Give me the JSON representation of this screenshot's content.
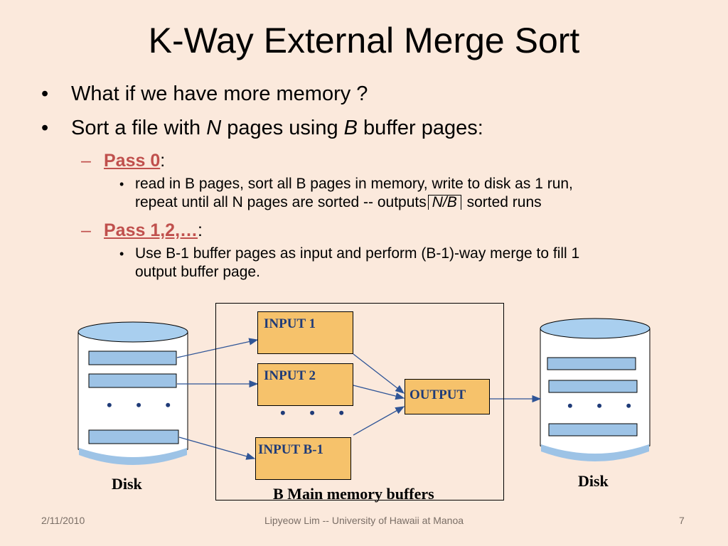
{
  "title": "K-Way External Merge Sort",
  "bullets": {
    "b1": "What if we have more memory ?",
    "b2_pre": "Sort a file with ",
    "b2_n": "N",
    "b2_mid": " pages using ",
    "b2_b": "B",
    "b2_post": " buffer pages:",
    "pass0_label": "Pass 0",
    "pass0_detail_1": "read in B pages, sort all B pages in memory, write to disk as 1 run,",
    "pass0_detail_2": "repeat until all N pages are sorted -- outputs",
    "pass0_ceil": "N/B",
    "pass0_detail_3": " sorted runs",
    "pass12_label": "Pass 1,2,…",
    "pass12_detail_1": "Use B-1 buffer pages as input and perform (B-1)-way merge to fill 1",
    "pass12_detail_2": "output buffer page."
  },
  "diagram": {
    "input1": "INPUT 1",
    "input2": "INPUT 2",
    "inputb1": "INPUT B-1",
    "output": "OUTPUT",
    "left_disk_label": "Disk",
    "right_disk_label": "Disk",
    "memory_caption": "B Main memory buffers",
    "ellipsis": "• • •",
    "colors": {
      "buffer_fill": "#f6c26b",
      "page_fill": "#9dc3e6",
      "text": "#1f3b78",
      "arrow": "#2f5597"
    }
  },
  "footer": {
    "date": "2/11/2010",
    "author": "Lipyeow Lim -- University of Hawaii at Manoa",
    "page": "7"
  }
}
